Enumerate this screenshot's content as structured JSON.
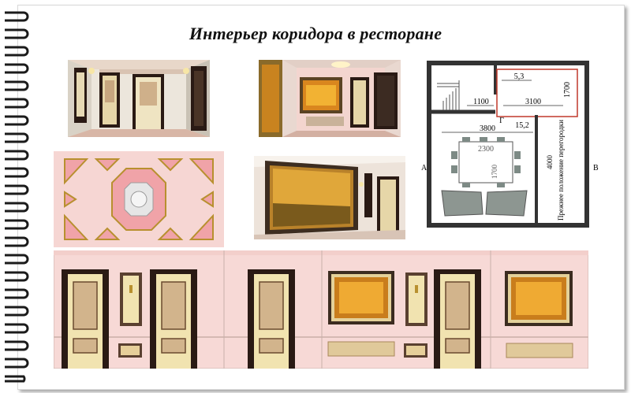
{
  "title": "Интерьер коридора в ресторане",
  "plan": {
    "dim_53": "5,3",
    "dim_1700_top": "1700",
    "dim_1100": "1100",
    "dim_3100": "3100",
    "letter_g": "Г",
    "dim_3800": "3800",
    "dim_152": "15,2",
    "dim_2300": "2300",
    "dim_1700_table": "1700",
    "dim_4000": "4000",
    "note": "Прежнее положение перегородки",
    "letter_a": "А",
    "letter_b": "В"
  },
  "colors": {
    "wall_pink": "#f4ccc8",
    "ceiling_pink": "#f0a4a8",
    "door_dark": "#2a1a14",
    "door_cream": "#f1e3b0",
    "door_panel": "#d2b48c",
    "frame_gold": "#b8902f",
    "plan_red": "#c0392b"
  }
}
